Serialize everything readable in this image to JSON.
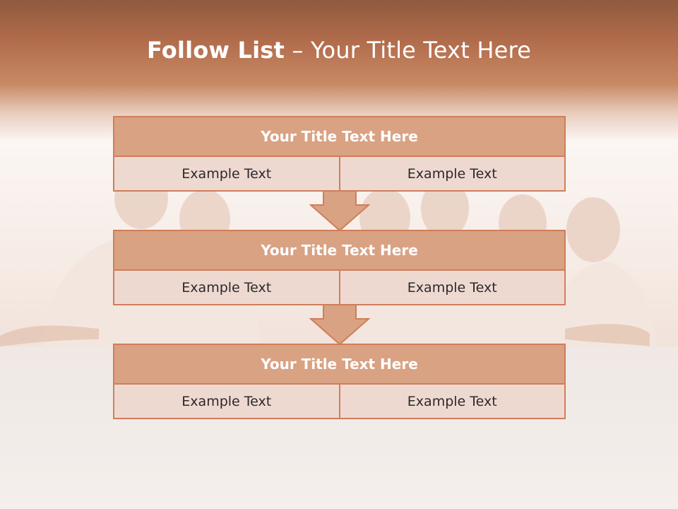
{
  "slide": {
    "title_bold": "Follow List",
    "title_rest": " – Your Title Text Here"
  },
  "blocks": [
    {
      "title": "Your Title Text Here",
      "left": "Example Text",
      "right": "Example Text"
    },
    {
      "title": "Your Title Text Here",
      "left": "Example Text",
      "right": "Example Text"
    },
    {
      "title": "Your Title Text Here",
      "left": "Example Text",
      "right": "Example Text"
    }
  ],
  "colors": {
    "accent": "#cf7e5b",
    "title_fill": "#d9a283",
    "cell_fill": "#eed9d1",
    "header_dark": "#8f5a3e"
  }
}
